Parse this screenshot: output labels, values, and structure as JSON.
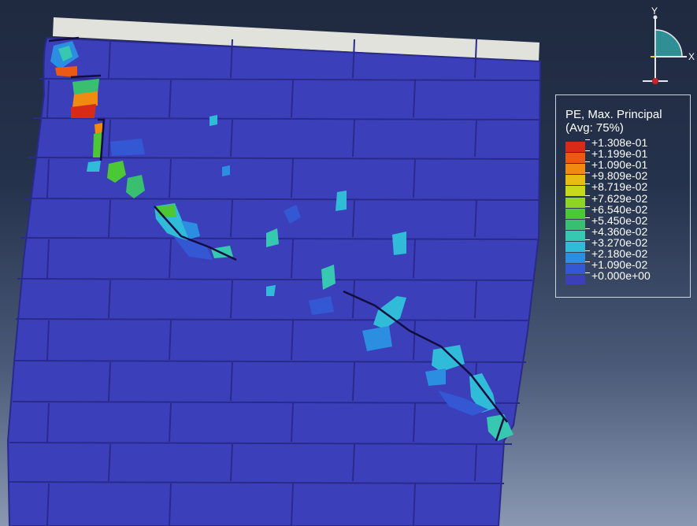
{
  "legend": {
    "title": "PE, Max. Principal",
    "subtitle": "(Avg: 75%)",
    "entries": [
      {
        "label": "+1.308e-01",
        "color": "#d82a18"
      },
      {
        "label": "+1.199e-01",
        "color": "#ea5a14"
      },
      {
        "label": "+1.090e-01",
        "color": "#f08a10"
      },
      {
        "label": "+9.809e-02",
        "color": "#e8bc12"
      },
      {
        "label": "+8.719e-02",
        "color": "#c8d81c"
      },
      {
        "label": "+7.629e-02",
        "color": "#8ed424"
      },
      {
        "label": "+6.540e-02",
        "color": "#4cc834"
      },
      {
        "label": "+5.450e-02",
        "color": "#38c070"
      },
      {
        "label": "+4.360e-02",
        "color": "#36c8b0"
      },
      {
        "label": "+3.270e-02",
        "color": "#30bcd8"
      },
      {
        "label": "+2.180e-02",
        "color": "#2c8ee0"
      },
      {
        "label": "+1.090e-02",
        "color": "#3458d4"
      },
      {
        "label": "+0.000e+00",
        "color": "#3c3fba"
      }
    ]
  },
  "triad": {
    "x_label": "X",
    "y_label": "Y"
  },
  "colors": {
    "wall": "#3c3fba",
    "mortar": "#2a2a8c",
    "crack": "#120e40",
    "top_plate": "#e2e2dc"
  }
}
